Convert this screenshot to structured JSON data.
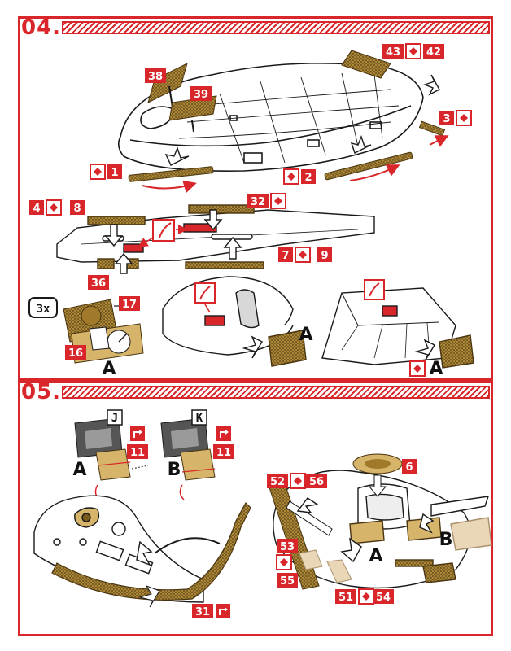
{
  "colors": {
    "accent": "#d8262a",
    "brass": "#b8923a",
    "line": "#1a1a1a"
  },
  "step04": {
    "number": "04.",
    "labels": {
      "p38": "38",
      "p39": "39",
      "p43": "43",
      "p42": "42",
      "p3": "3",
      "p1": "1",
      "p2": "2",
      "p4": "4",
      "p8": "8",
      "p32": "32",
      "p36": "36",
      "p7": "7",
      "p9": "9",
      "p17": "17",
      "p16": "16"
    },
    "multiplier": "3x",
    "callouts": {
      "a1": "A",
      "a2": "A",
      "a3": "A"
    }
  },
  "step05": {
    "number": "05.",
    "labels": {
      "p11a": "11",
      "p11b": "11",
      "p6": "6",
      "p52": "52",
      "p56": "56",
      "p53": "53",
      "p55": "55",
      "p51": "51",
      "p54": "54",
      "p31": "31"
    },
    "callouts": {
      "a": "A",
      "b": "B",
      "j": "J",
      "k": "K",
      "a2": "A",
      "b2": "B"
    }
  },
  "icons": [
    "bend-icon",
    "flip-icon",
    "paint-icon"
  ]
}
